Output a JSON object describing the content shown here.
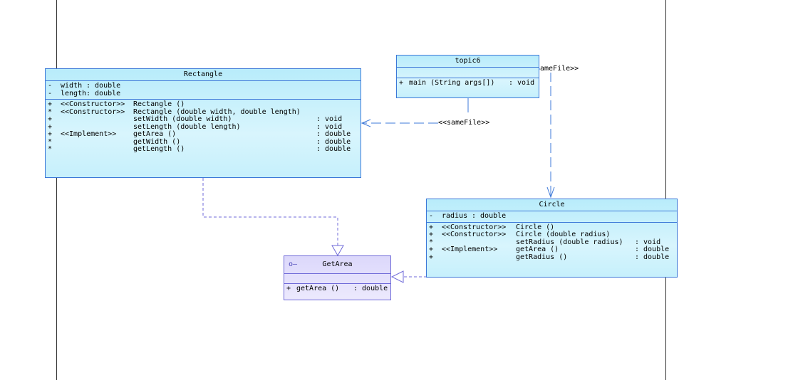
{
  "labels": {
    "same_file": "<<sameFile>>",
    "same_file_clipped": "ameFile>>"
  },
  "rectangle": {
    "name": "Rectangle",
    "fields": [
      {
        "vis": "-",
        "name": "width",
        "type": ": double"
      },
      {
        "vis": "-",
        "name": "length",
        "type": ": double"
      }
    ],
    "methods": [
      {
        "vis": "+",
        "stereo": "<<Constructor>>",
        "sig": "Rectangle ()",
        "ret": ""
      },
      {
        "vis": "*",
        "stereo": "<<Constructor>>",
        "sig": "Rectangle (double width, double length)",
        "ret": ""
      },
      {
        "vis": "+",
        "stereo": "",
        "sig": "setWidth (double width)",
        "ret": ": void"
      },
      {
        "vis": "+",
        "stereo": "",
        "sig": "setLength (double length)",
        "ret": ": void"
      },
      {
        "vis": "+",
        "stereo": "<<Implement>>",
        "sig": "getArea ()",
        "ret": ": double"
      },
      {
        "vis": "*",
        "stereo": "",
        "sig": "getWidth ()",
        "ret": ": double"
      },
      {
        "vis": "*",
        "stereo": "",
        "sig": "getLength ()",
        "ret": ": double"
      }
    ]
  },
  "topic6": {
    "name": "topic6",
    "methods": [
      {
        "vis": "+",
        "sig": "main (String args[])",
        "ret": ": void"
      }
    ]
  },
  "circle": {
    "name": "Circle",
    "fields": [
      {
        "vis": "-",
        "name": "radius",
        "type": ": double"
      }
    ],
    "methods": [
      {
        "vis": "+",
        "stereo": "<<Constructor>>",
        "sig": "Circle ()",
        "ret": ""
      },
      {
        "vis": "+",
        "stereo": "<<Constructor>>",
        "sig": "Circle (double radius)",
        "ret": ""
      },
      {
        "vis": "*",
        "stereo": "",
        "sig": "setRadius (double radius)",
        "ret": ": void"
      },
      {
        "vis": "+",
        "stereo": "<<Implement>>",
        "sig": "getArea ()",
        "ret": ": double"
      },
      {
        "vis": "+",
        "stereo": "",
        "sig": "getRadius ()",
        "ret": ": double"
      }
    ]
  },
  "getarea": {
    "name": "GetArea",
    "icon": "interface-icon",
    "methods": [
      {
        "vis": "+",
        "sig": "getArea ()",
        "ret": ": double"
      }
    ]
  }
}
